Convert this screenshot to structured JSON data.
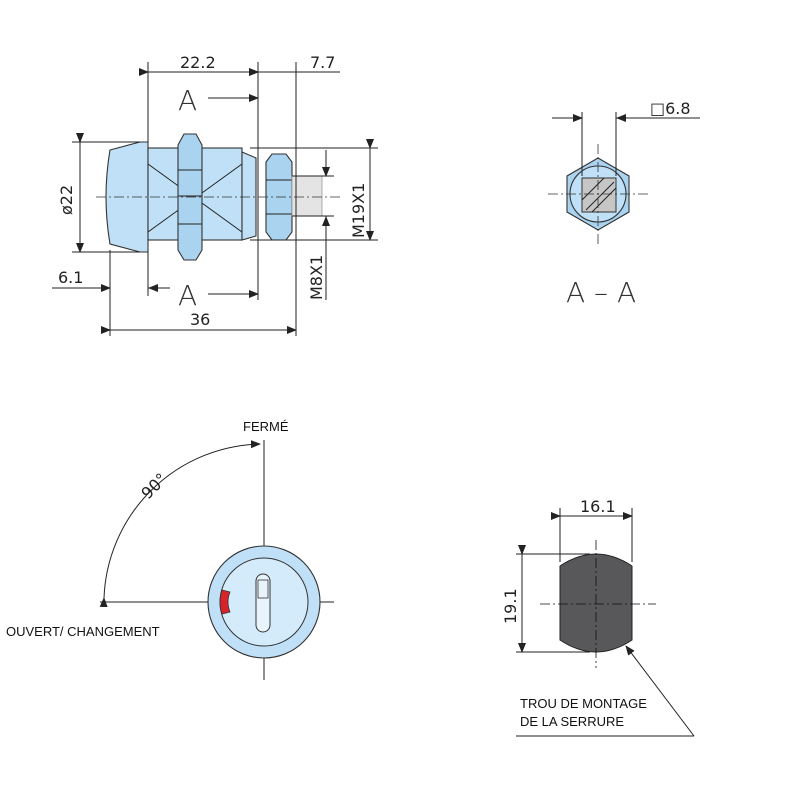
{
  "dimensions": {
    "length_head_to_nut": "22.2",
    "cam_length": "7.7",
    "head_diameter": "ø22",
    "head_height": "6.1",
    "total_length": "36",
    "thread_main": "M19X1",
    "thread_end": "M8X1",
    "square_drive": "□6.8",
    "hole_width": "16.1",
    "hole_height": "19.1",
    "rotation_angle": "90°"
  },
  "section": {
    "marker": "A",
    "title": "A – A"
  },
  "labels": {
    "closed": "FERMÉ",
    "open_change": "OUVERT/ CHANGEMENT",
    "mounting_hole_line1": "TROU DE MONTAGE",
    "mounting_hole_line2": "DE LA SERRURE"
  },
  "colors": {
    "part_fill": "#bfe0f6",
    "hole_fill": "#58585a",
    "indicator_red": "#d9232a"
  }
}
